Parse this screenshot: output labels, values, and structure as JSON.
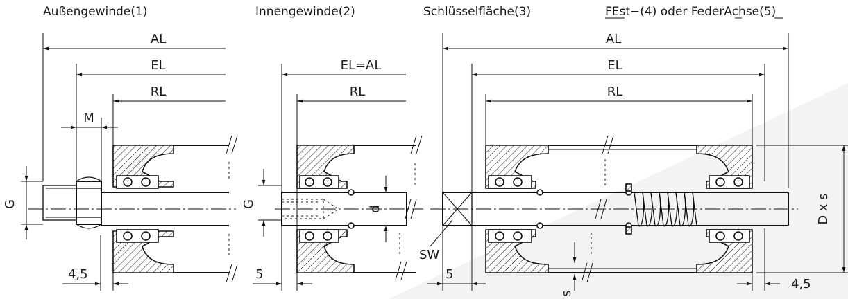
{
  "titles": {
    "t1": "Außengewinde(1)",
    "t2": "Innengewinde(2)",
    "t3": "Schlüsselfläche(3)",
    "t4": "FEst−(4) oder FederAchse(5)"
  },
  "dims": {
    "al": "AL",
    "el": "EL",
    "rl": "RL",
    "elal": "EL=AL",
    "m": "M",
    "g": "G",
    "d": "d",
    "sw": "SW",
    "s": "s",
    "dxs": "D x s",
    "v45": "4,5",
    "v5": "5"
  }
}
